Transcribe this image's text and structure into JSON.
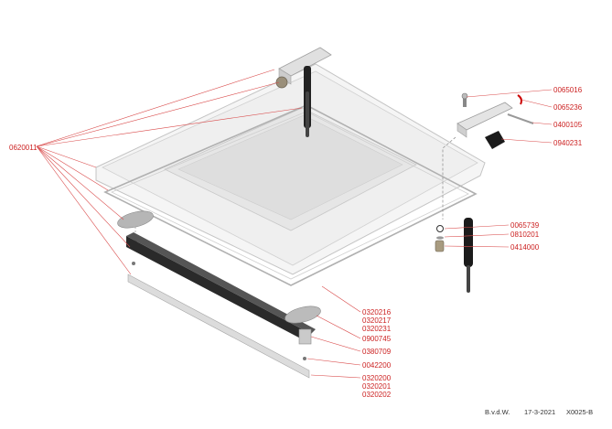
{
  "colors": {
    "label": "#cc2222",
    "leader": "#d94a4a",
    "part_dark": "#1a1a1a",
    "part_grey": "#8a8a8a",
    "outline": "#b5b5b5"
  },
  "labels": {
    "left": "0620011",
    "hinge_screw": "0065016",
    "hinge_clip": "0065236",
    "hinge_arm": "0400105",
    "hinge_block": "0940231",
    "spring_ring": "0065739",
    "spring_washer": "0810201",
    "spring_bush": "0414000",
    "frame": [
      "0320216",
      "0320217",
      "0320231"
    ],
    "handle_pad": "0900745",
    "handle_bracket": "0380709",
    "handle_screw": "0042200",
    "handle_bar": [
      "0320200",
      "0320201",
      "0320202"
    ]
  },
  "footer": {
    "author": "B.v.d.W.",
    "date": "17-3-2021",
    "code": "X0025-B"
  }
}
